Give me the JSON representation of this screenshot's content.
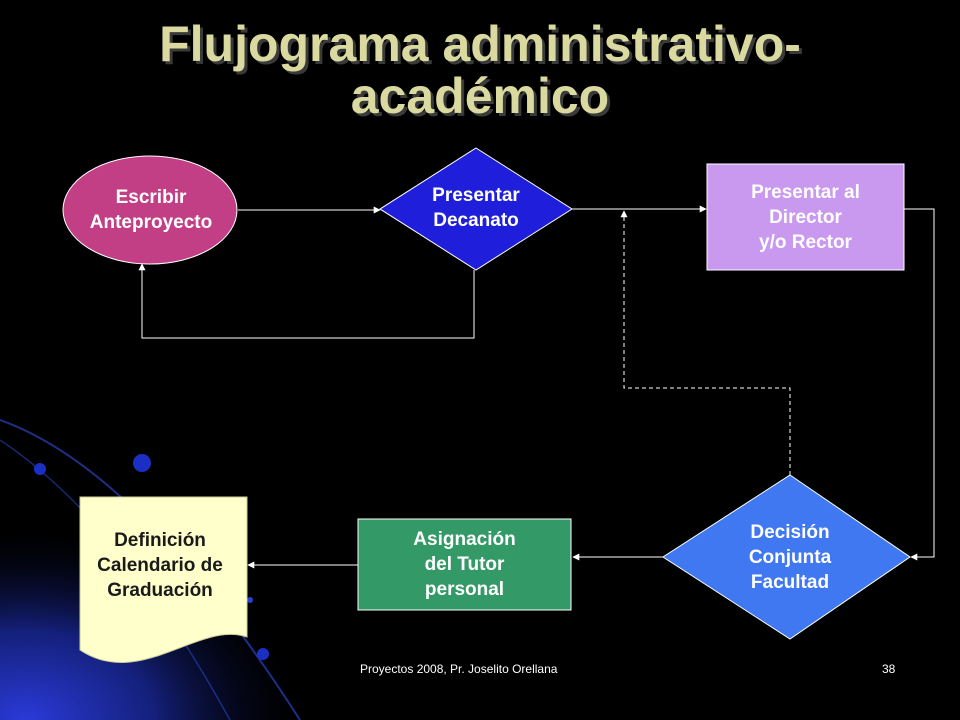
{
  "slide": {
    "title_line1": "Flujograma administrativo-",
    "title_line2": "académico",
    "footer_text": "Proyectos 2008, Pr. Joselito Orellana",
    "page_number": "38"
  },
  "nodes": {
    "escribir": {
      "line1": "Escribir",
      "line2": "Anteproyecto"
    },
    "presentar_decanato": {
      "line1": "Presentar",
      "line2": "Decanato"
    },
    "presentar_director": {
      "line1": "Presentar al",
      "line2": "Director",
      "line3": "y/o Rector"
    },
    "decision": {
      "line1": "Decisión",
      "line2": "Conjunta",
      "line3": "Facultad"
    },
    "asignacion": {
      "line1": "Asignación",
      "line2": "del Tutor",
      "line3": "personal"
    },
    "definicion": {
      "line1": "Definición",
      "line2": "Calendario de",
      "line3": "Graduación"
    }
  },
  "colors": {
    "background": "#000000",
    "title": "#d9d9a0",
    "ellipse": "#c23f86",
    "diamond": "#1f1fdb",
    "director_box": "#c999f0",
    "decision_diamond": "#3f78f0",
    "asignacion_box": "#339966",
    "document": "#ffffcc",
    "connector": "#ffffff"
  }
}
